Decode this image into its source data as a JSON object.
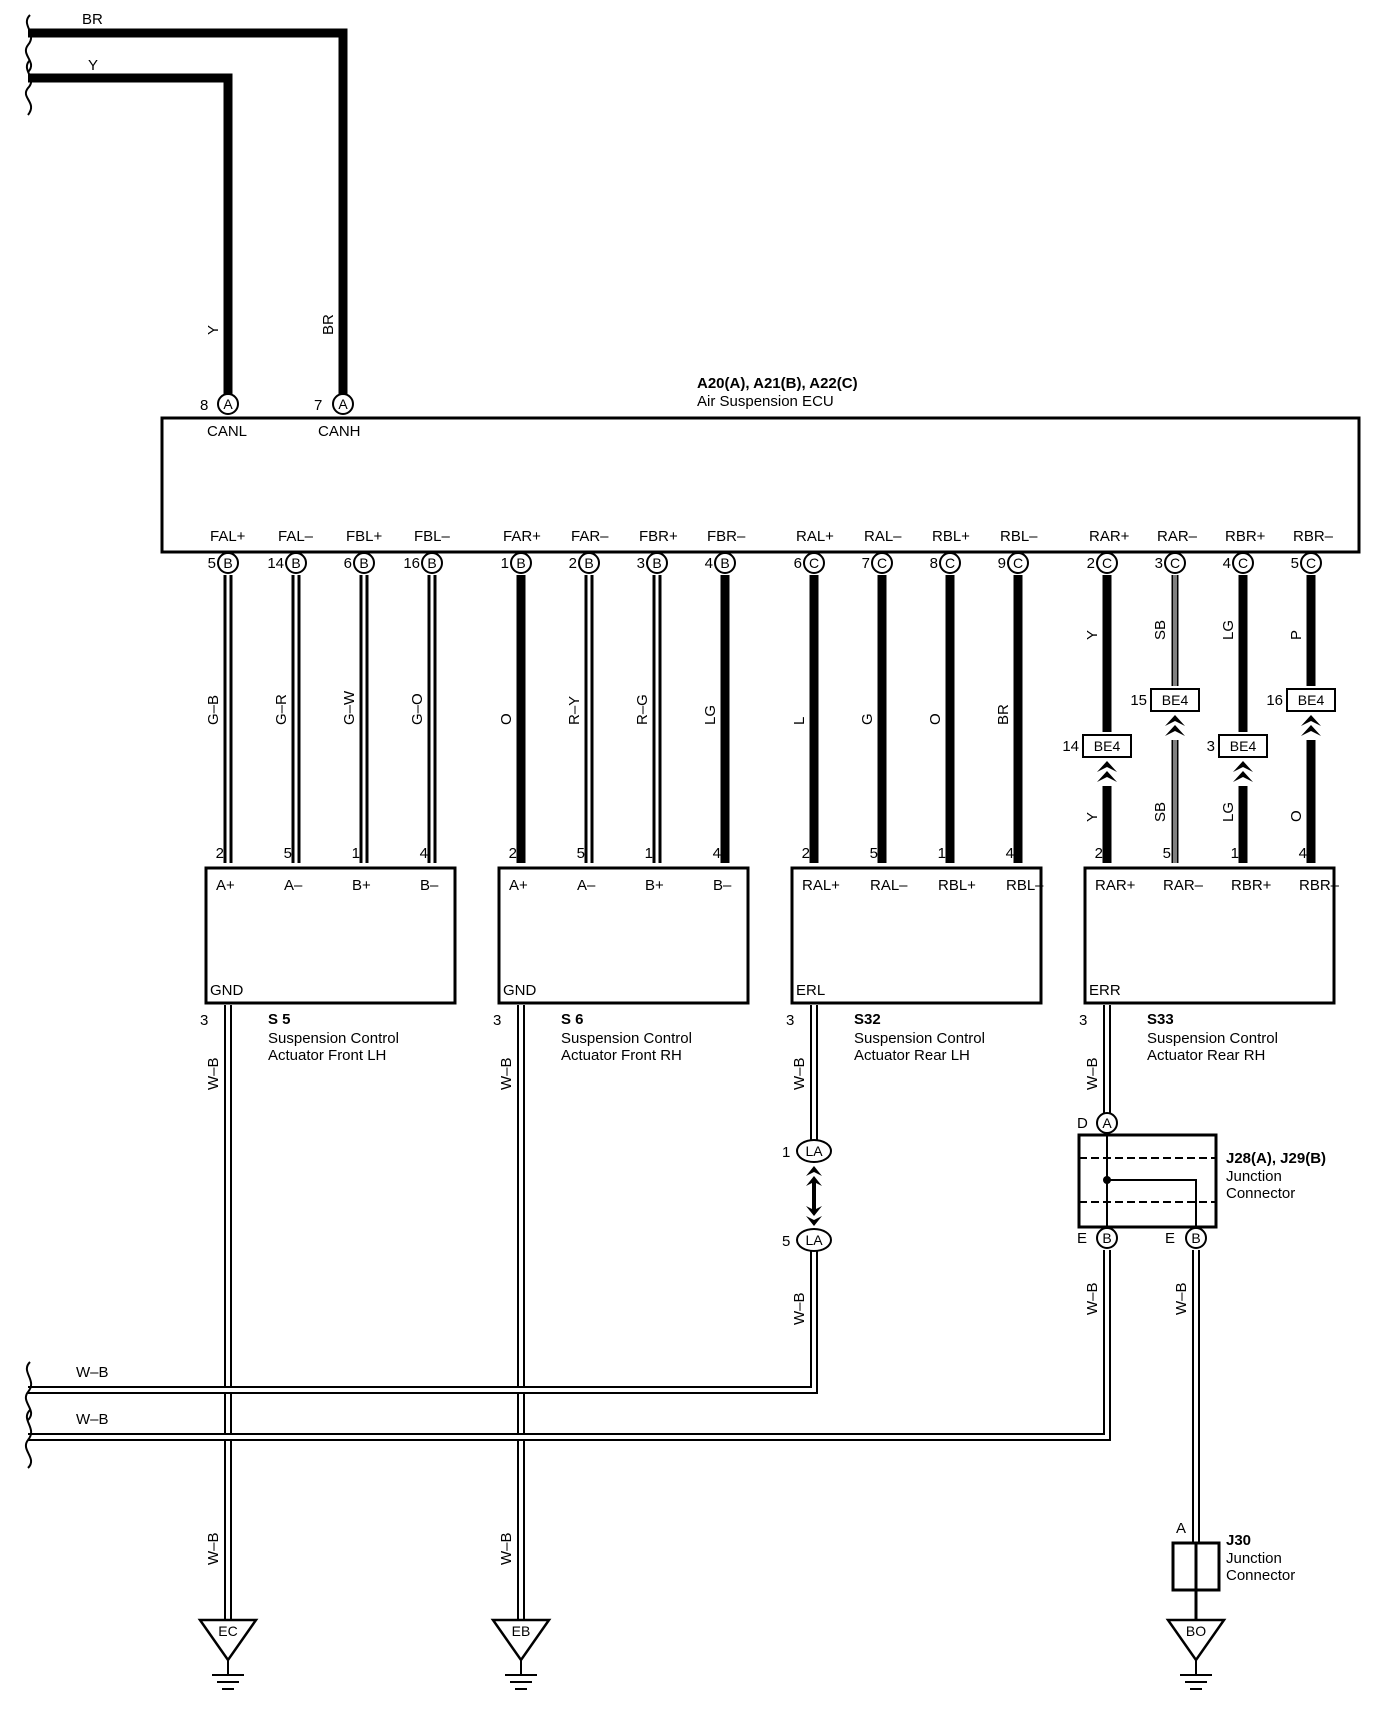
{
  "ecu": {
    "title": "A20(A), A21(B), A22(C)",
    "subtitle": "Air Suspension ECU",
    "top_pins": [
      {
        "num": "8",
        "conn": "A",
        "name": "CANL",
        "wire": "Y"
      },
      {
        "num": "7",
        "conn": "A",
        "name": "CANH",
        "wire": "BR"
      }
    ],
    "bottom_pins": [
      {
        "num": "5",
        "conn": "B",
        "name": "FAL+",
        "wire": "G–B"
      },
      {
        "num": "14",
        "conn": "B",
        "name": "FAL–",
        "wire": "G–R"
      },
      {
        "num": "6",
        "conn": "B",
        "name": "FBL+",
        "wire": "G–W"
      },
      {
        "num": "16",
        "conn": "B",
        "name": "FBL–",
        "wire": "G–O"
      },
      {
        "num": "1",
        "conn": "B",
        "name": "FAR+",
        "wire": "O"
      },
      {
        "num": "2",
        "conn": "B",
        "name": "FAR–",
        "wire": "R–Y"
      },
      {
        "num": "3",
        "conn": "B",
        "name": "FBR+",
        "wire": "R–G"
      },
      {
        "num": "4",
        "conn": "B",
        "name": "FBR–",
        "wire": "LG"
      },
      {
        "num": "6",
        "conn": "C",
        "name": "RAL+",
        "wire": "L"
      },
      {
        "num": "7",
        "conn": "C",
        "name": "RAL–",
        "wire": "G"
      },
      {
        "num": "8",
        "conn": "C",
        "name": "RBL+",
        "wire": "O"
      },
      {
        "num": "9",
        "conn": "C",
        "name": "RBL–",
        "wire": "BR"
      },
      {
        "num": "2",
        "conn": "C",
        "name": "RAR+",
        "wire": "Y"
      },
      {
        "num": "3",
        "conn": "C",
        "name": "RAR–",
        "wire": "SB"
      },
      {
        "num": "4",
        "conn": "C",
        "name": "RBR+",
        "wire": "LG"
      },
      {
        "num": "5",
        "conn": "C",
        "name": "RBR–",
        "wire": "P"
      }
    ]
  },
  "incoming": [
    {
      "wire": "BR"
    },
    {
      "wire": "Y"
    }
  ],
  "be4": {
    "label": "BE4",
    "pins": [
      "14",
      "15",
      "3",
      "16"
    ],
    "lower_wires": [
      "Y",
      "SB",
      "LG",
      "O"
    ]
  },
  "actuators": [
    {
      "code": "S 5",
      "desc1": "Suspension Control",
      "desc2": "Actuator Front LH",
      "pins": [
        {
          "num": "2",
          "name": "A+"
        },
        {
          "num": "5",
          "name": "A–"
        },
        {
          "num": "1",
          "name": "B+"
        },
        {
          "num": "4",
          "name": "B–"
        }
      ],
      "gnd_name": "GND",
      "gnd_pin": "3",
      "gnd_wire": "W–B",
      "lower_wire": "W–B",
      "ground": "EC"
    },
    {
      "code": "S 6",
      "desc1": "Suspension Control",
      "desc2": "Actuator Front RH",
      "pins": [
        {
          "num": "2",
          "name": "A+"
        },
        {
          "num": "5",
          "name": "A–"
        },
        {
          "num": "1",
          "name": "B+"
        },
        {
          "num": "4",
          "name": "B–"
        }
      ],
      "gnd_name": "GND",
      "gnd_pin": "3",
      "gnd_wire": "W–B",
      "lower_wire": "W–B",
      "ground": "EB"
    },
    {
      "code": "S32",
      "desc1": "Suspension Control",
      "desc2": "Actuator Rear LH",
      "pins": [
        {
          "num": "2",
          "name": "RAL+"
        },
        {
          "num": "5",
          "name": "RAL–"
        },
        {
          "num": "1",
          "name": "RBL+"
        },
        {
          "num": "4",
          "name": "RBL–"
        }
      ],
      "gnd_name": "ERL",
      "gnd_pin": "3",
      "gnd_wire": "W–B"
    },
    {
      "code": "S33",
      "desc1": "Suspension Control",
      "desc2": "Actuator Rear RH",
      "pins": [
        {
          "num": "2",
          "name": "RAR+"
        },
        {
          "num": "5",
          "name": "RAR–"
        },
        {
          "num": "1",
          "name": "RBR+"
        },
        {
          "num": "4",
          "name": "RBR–"
        }
      ],
      "gnd_name": "ERR",
      "gnd_pin": "3",
      "gnd_wire": "W–B"
    }
  ],
  "la": {
    "label": "LA",
    "pin_top": "1",
    "pin_bottom": "5",
    "lower_wire": "W–B"
  },
  "j28": {
    "title": "J28(A), J29(B)",
    "line1": "Junction",
    "line2": "Connector",
    "pin_in_letter": "D",
    "pin_in_conn": "A",
    "pin_out1_letter": "E",
    "pin_out1_conn": "B",
    "pin_out2_letter": "E",
    "pin_out2_conn": "B",
    "wire_out1": "W–B",
    "wire_out2": "W–B"
  },
  "j30": {
    "title": "J30",
    "line1": "Junction",
    "line2": "Connector",
    "pin": "A"
  },
  "ground_bo": "BO",
  "outgoing": [
    {
      "wire": "W–B"
    },
    {
      "wire": "W–B"
    }
  ]
}
